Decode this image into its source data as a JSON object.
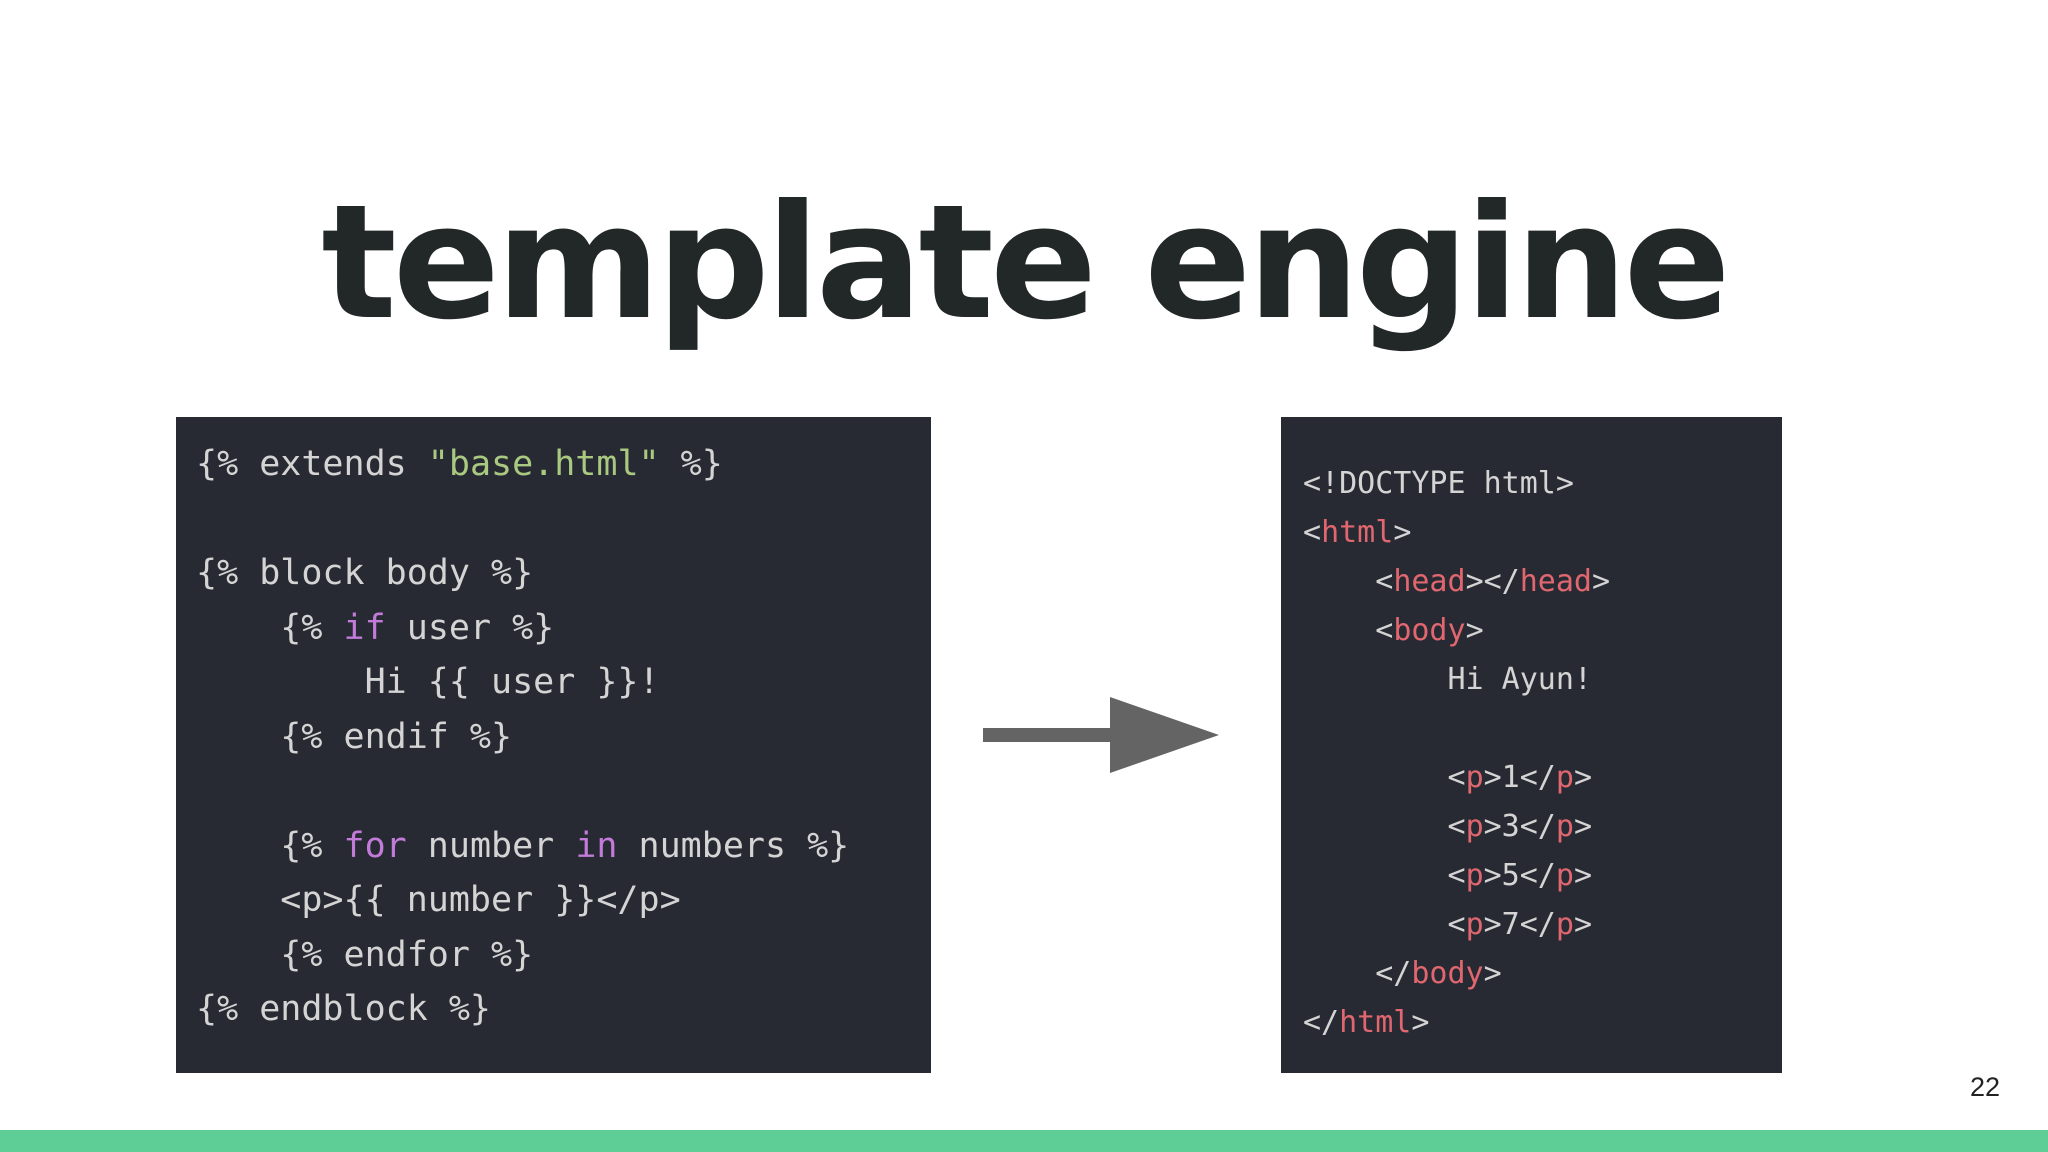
{
  "slide": {
    "title": "template engine",
    "page_number": "22"
  },
  "colors": {
    "background": "#ffffff",
    "title": "#222827",
    "panel_bg": "#282a33",
    "code_plain": "#d4d4d4",
    "code_string": "#a9c980",
    "code_keyword": "#c27bd8",
    "code_tag": "#e0666f",
    "arrow": "#646464",
    "footer_bar": "#5fce96"
  },
  "icons": {
    "arrow": "right-arrow-icon"
  },
  "template_code": {
    "lines": [
      [
        {
          "t": "{% extends ",
          "c": "plain"
        },
        {
          "t": "\"base.html\"",
          "c": "string"
        },
        {
          "t": " %}",
          "c": "plain"
        }
      ],
      [],
      [
        {
          "t": "{% block body %}",
          "c": "plain"
        }
      ],
      [
        {
          "t": "    {% ",
          "c": "plain"
        },
        {
          "t": "if",
          "c": "keyword"
        },
        {
          "t": " user %}",
          "c": "plain"
        }
      ],
      [
        {
          "t": "        Hi {{ user }}!",
          "c": "plain"
        }
      ],
      [
        {
          "t": "    {% endif %}",
          "c": "plain"
        }
      ],
      [],
      [
        {
          "t": "    {% ",
          "c": "plain"
        },
        {
          "t": "for",
          "c": "keyword"
        },
        {
          "t": " number ",
          "c": "plain"
        },
        {
          "t": "in",
          "c": "keyword"
        },
        {
          "t": " numbers %}",
          "c": "plain"
        }
      ],
      [
        {
          "t": "    <p>{{ number }}</p>",
          "c": "plain"
        }
      ],
      [
        {
          "t": "    {% endfor %}",
          "c": "plain"
        }
      ],
      [
        {
          "t": "{% endblock %}",
          "c": "plain"
        }
      ]
    ]
  },
  "rendered_html": {
    "lines": [
      [
        {
          "t": "<!DOCTYPE html>",
          "c": "plain"
        }
      ],
      [
        {
          "t": "<",
          "c": "plain"
        },
        {
          "t": "html",
          "c": "tag"
        },
        {
          "t": ">",
          "c": "plain"
        }
      ],
      [
        {
          "t": "    <",
          "c": "plain"
        },
        {
          "t": "head",
          "c": "tag"
        },
        {
          "t": "></",
          "c": "plain"
        },
        {
          "t": "head",
          "c": "tag"
        },
        {
          "t": ">",
          "c": "plain"
        }
      ],
      [
        {
          "t": "    <",
          "c": "plain"
        },
        {
          "t": "body",
          "c": "tag"
        },
        {
          "t": ">",
          "c": "plain"
        }
      ],
      [
        {
          "t": "        Hi Ayun!",
          "c": "plain"
        }
      ],
      [],
      [
        {
          "t": "        <",
          "c": "plain"
        },
        {
          "t": "p",
          "c": "tag"
        },
        {
          "t": ">1</",
          "c": "plain"
        },
        {
          "t": "p",
          "c": "tag"
        },
        {
          "t": ">",
          "c": "plain"
        }
      ],
      [
        {
          "t": "        <",
          "c": "plain"
        },
        {
          "t": "p",
          "c": "tag"
        },
        {
          "t": ">3</",
          "c": "plain"
        },
        {
          "t": "p",
          "c": "tag"
        },
        {
          "t": ">",
          "c": "plain"
        }
      ],
      [
        {
          "t": "        <",
          "c": "plain"
        },
        {
          "t": "p",
          "c": "tag"
        },
        {
          "t": ">5</",
          "c": "plain"
        },
        {
          "t": "p",
          "c": "tag"
        },
        {
          "t": ">",
          "c": "plain"
        }
      ],
      [
        {
          "t": "        <",
          "c": "plain"
        },
        {
          "t": "p",
          "c": "tag"
        },
        {
          "t": ">7</",
          "c": "plain"
        },
        {
          "t": "p",
          "c": "tag"
        },
        {
          "t": ">",
          "c": "plain"
        }
      ],
      [
        {
          "t": "    </",
          "c": "plain"
        },
        {
          "t": "body",
          "c": "tag"
        },
        {
          "t": ">",
          "c": "plain"
        }
      ],
      [
        {
          "t": "</",
          "c": "plain"
        },
        {
          "t": "html",
          "c": "tag"
        },
        {
          "t": ">",
          "c": "plain"
        }
      ]
    ]
  }
}
